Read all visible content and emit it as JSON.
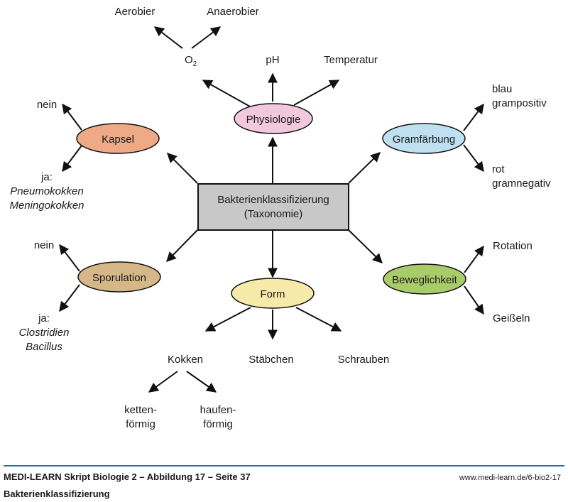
{
  "diagram": {
    "center": {
      "line1": "Bakterienklassifizierung",
      "line2": "(Taxonomie)",
      "fill": "#c8c8c8"
    },
    "categories": {
      "physiologie": {
        "label": "Physiologie",
        "fill": "#f2c8dc"
      },
      "kapsel": {
        "label": "Kapsel",
        "fill": "#eea986"
      },
      "gram": {
        "label": "Gramfärbung",
        "fill": "#bfe0f0"
      },
      "sporulation": {
        "label": "Sporulation",
        "fill": "#d6b888"
      },
      "beweglichkeit": {
        "label": "Beweglichkeit",
        "fill": "#a9cc6a"
      },
      "form": {
        "label": "Form",
        "fill": "#f7eaa8"
      }
    },
    "leaves": {
      "o2": "O",
      "o2_sub": "2",
      "aerobier": "Aerobier",
      "anaerobier": "Anaerobier",
      "ph": "pH",
      "temperatur": "Temperatur",
      "kapsel_nein": "nein",
      "kapsel_ja": "ja:",
      "kapsel_ja_1": "Pneumokokken",
      "kapsel_ja_2": "Meningokokken",
      "gram_blau_1": "blau",
      "gram_blau_2": "grampositiv",
      "gram_rot_1": "rot",
      "gram_rot_2": "gramnegativ",
      "spor_nein": "nein",
      "spor_ja": "ja:",
      "spor_ja_1": "Clostridien",
      "spor_ja_2": "Bacillus",
      "rotation": "Rotation",
      "geisseln": "Geißeln",
      "kokken": "Kokken",
      "staebchen": "Stäbchen",
      "schrauben": "Schrauben",
      "ketten_1": "ketten-",
      "ketten_2": "förmig",
      "haufen_1": "haufen-",
      "haufen_2": "förmig"
    }
  },
  "footer": {
    "title": "MEDI-LEARN Skript Biologie 2 – Abbildung 17 – Seite 37",
    "url": "www.medi-learn.de/6-bio2-17",
    "subtitle": "Bakterienklassifizierung",
    "rule_color": "#2b6cb0"
  }
}
